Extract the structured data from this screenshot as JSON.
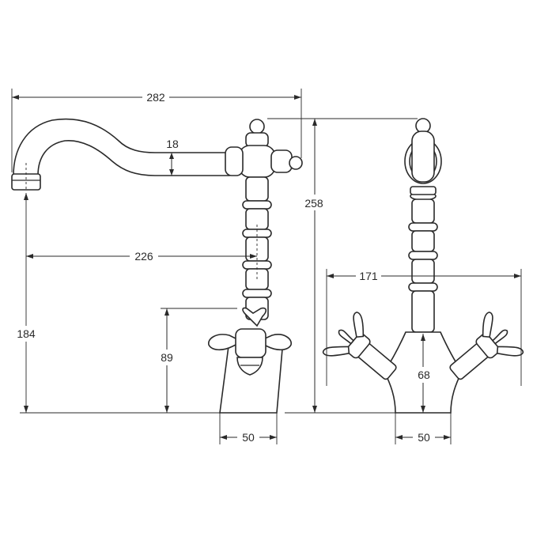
{
  "dimensions": {
    "overall_spout_width": "282",
    "spout_thickness": "18",
    "spout_reach": "226",
    "overall_height": "258",
    "spout_outlet_height": "184",
    "handle_height": "89",
    "base_width_front": "50",
    "handle_span": "171",
    "base_height_side": "68",
    "base_width_side": "50"
  }
}
